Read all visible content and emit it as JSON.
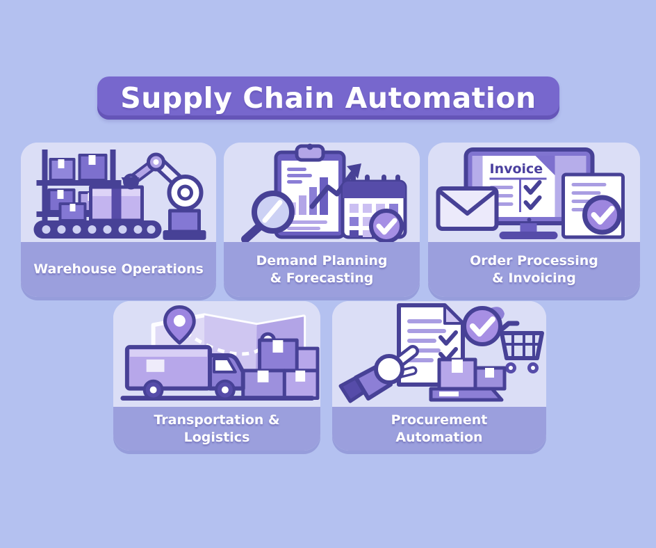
{
  "title": {
    "label": "Supply Chain Automation"
  },
  "colors": {
    "page_background": "#b4c1f0",
    "banner_fill": "#7767cd",
    "card_illustration_bg": "#dbdef6",
    "card_label_band": "#9b9fdd",
    "dark_outline": "#474196",
    "purple_mid": "#8d7fd6",
    "purple_light": "#b7a7ea",
    "label_text": "#ffffff"
  },
  "cards": [
    {
      "id": "warehouse-operations",
      "label": "Warehouse Operations",
      "icon": "robot-arm-conveyor-shelf-icon"
    },
    {
      "id": "demand-planning",
      "label": "Demand Planning\n& Forecasting",
      "icon": "clipboard-chart-calendar-magnifier-icon"
    },
    {
      "id": "order-processing",
      "label": "Order Processing\n& Invoicing",
      "icon": "monitor-invoice-email-check-icon",
      "screen_text": "Invoice"
    },
    {
      "id": "transportation-logistics",
      "label": "Transportation & Logistics",
      "icon": "truck-map-pin-boxes-icon"
    },
    {
      "id": "procurement-automation",
      "label": "Procurement\nAutomation",
      "icon": "robot-hand-document-cart-icon"
    }
  ]
}
